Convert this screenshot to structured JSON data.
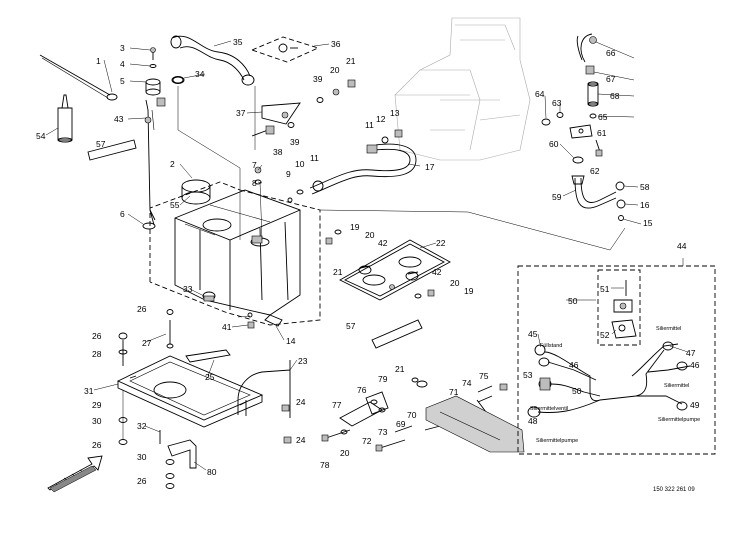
{
  "document_ref": "150 322 261 09",
  "callouts": {
    "n1": "1",
    "n2": "2",
    "n3": "3",
    "n4": "4",
    "n5": "5",
    "n6": "6",
    "n7": "7",
    "n8": "8",
    "n9": "9",
    "n10": "10",
    "n11": "11",
    "n12": "12",
    "n13": "13",
    "n14": "14",
    "n15": "15",
    "n16": "16",
    "n17": "17",
    "n19": "19",
    "n20": "20",
    "n21": "21",
    "n22": "22",
    "n23": "23",
    "n24": "24",
    "n25": "25",
    "n26": "26",
    "n27": "27",
    "n28": "28",
    "n29": "29",
    "n30": "30",
    "n31": "31",
    "n32": "32",
    "n33": "33",
    "n34": "34",
    "n35": "35",
    "n36": "36",
    "n37": "37",
    "n38": "38",
    "n39": "39",
    "n41": "41",
    "n42": "42",
    "n43": "43",
    "n44": "44",
    "n45": "45",
    "n46": "46",
    "n47": "47",
    "n48": "48",
    "n49": "49",
    "n50": "50",
    "n51": "51",
    "n52": "52",
    "n53": "53",
    "n54": "54",
    "n55": "55",
    "n57": "57",
    "n58": "58",
    "n59": "59",
    "n60": "60",
    "n61": "61",
    "n62": "62",
    "n63": "63",
    "n64": "64",
    "n65": "65",
    "n66": "66",
    "n67": "67",
    "n68": "68",
    "n69": "69",
    "n70": "70",
    "n71": "71",
    "n72": "72",
    "n73": "73",
    "n74": "74",
    "n75": "75",
    "n76": "76",
    "n77": "77",
    "n78": "78",
    "n79": "79",
    "n80": "80"
  },
  "inset_labels": {
    "fuellstand": "Füllstand",
    "silierventil": "Siliermittelventil",
    "siliermittel_top": "Siliermittel",
    "siliermittel_mid": "Siliermittel",
    "siliermittelpumpe_right": "Siliermittelpumpe",
    "siliermittelpumpe_bottom": "Siliermittelpumpe"
  },
  "colors": {
    "ink": "#000000",
    "shade": "#bdbdbd",
    "background": "#ffffff"
  },
  "icons": {
    "direction_arrow": "forward-arrow-icon"
  }
}
